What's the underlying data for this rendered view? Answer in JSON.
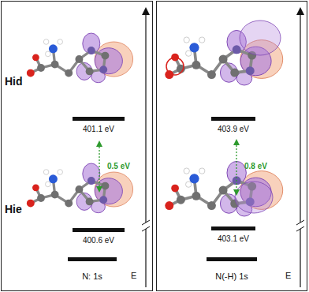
{
  "diagram": {
    "labels": [
      "Hid",
      "Hie",
      "401.1 eV",
      "0.5 eV",
      "400.6 eV",
      "N: 1s",
      "E",
      "403.9 eV",
      "0.8 eV",
      "403.1 eV",
      "N(-H) 1s",
      "E"
    ]
  }
}
